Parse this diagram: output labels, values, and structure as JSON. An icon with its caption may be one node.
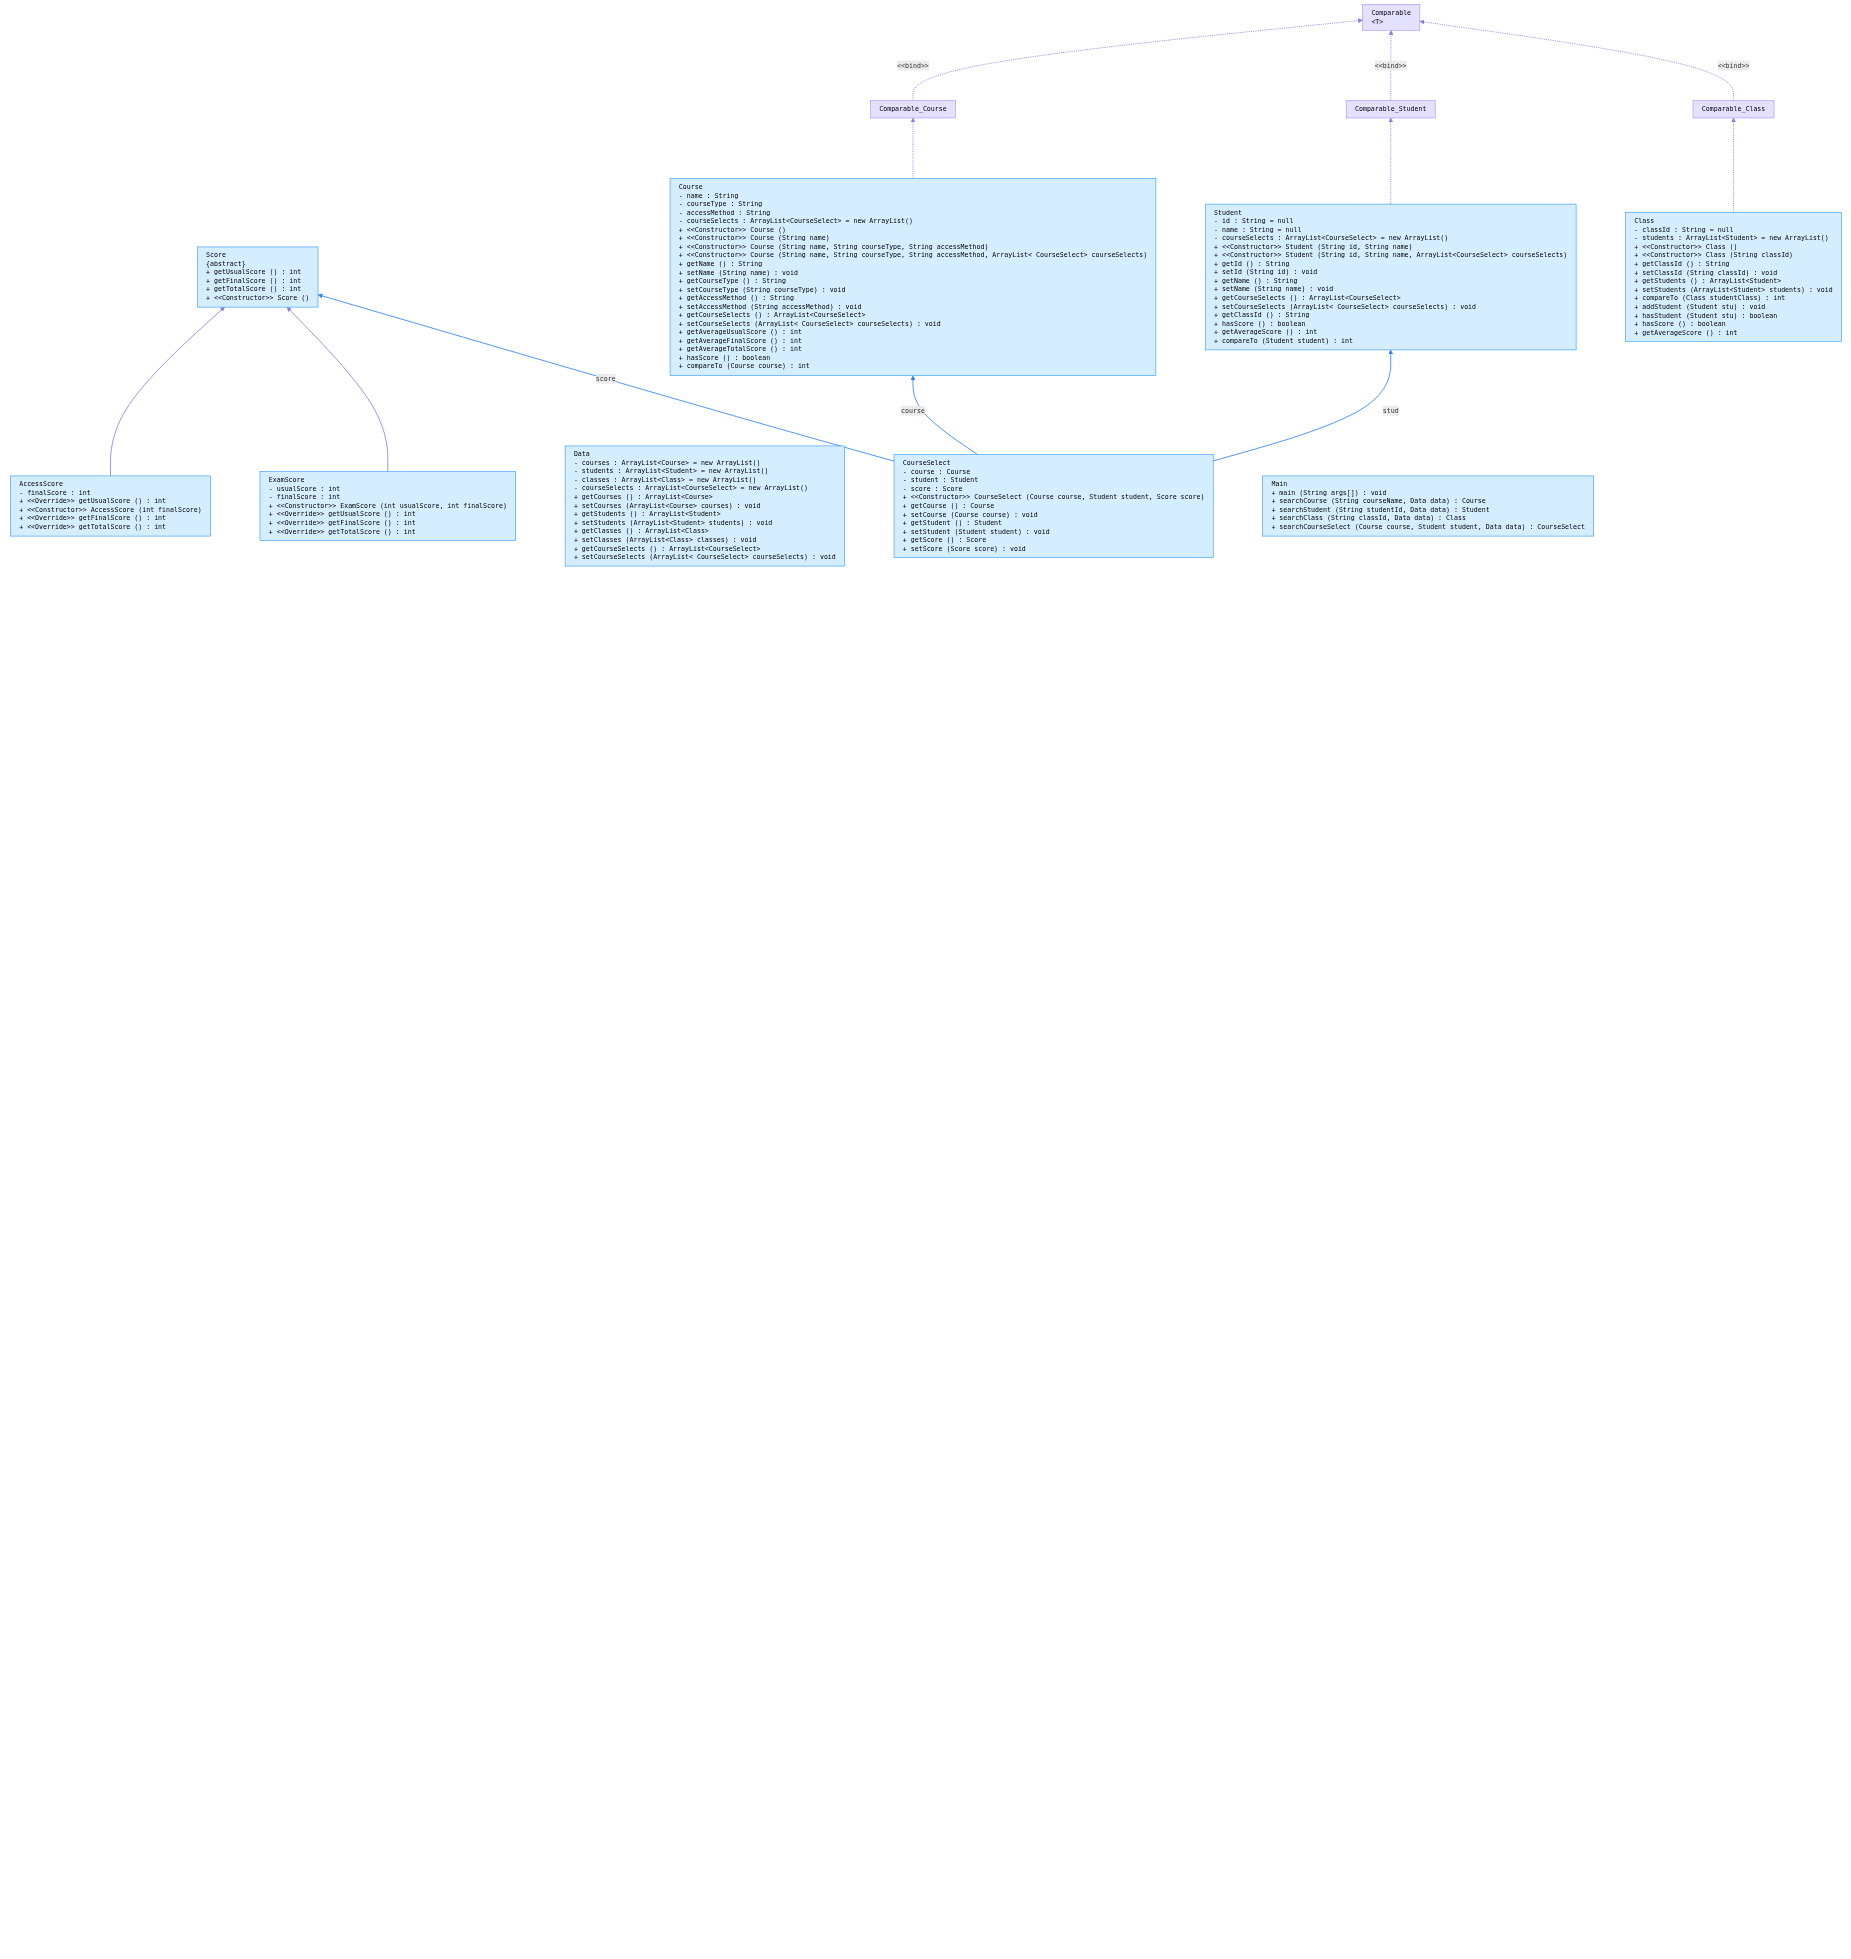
{
  "diagram": {
    "nodes": [
      {
        "text": [
          "Comparable_Course"
        ]
      },
      {
        "text": [
          "AccessScore",
          "- finalScore : int",
          "+ <<Override>> getUsualScore () : int",
          "+ <<Constructor>> AccessScore (int finalScore)",
          "+ <<Override>> getFinalScore () : int",
          "+ <<Override>> getTotalScore () : int"
        ]
      },
      {
        "text": [
          "Course",
          "- name : String",
          "- courseType : String",
          "- accessMethod : String",
          "- courseSelects : ArrayList<CourseSelect> = new ArrayList()",
          "+ <<Constructor>> Course ()",
          "+ <<Constructor>> Course (String name)",
          "+ <<Constructor>> Course (String name, String courseType, String accessMethod)",
          "+ <<Constructor>> Course (String name, String courseType, String accessMethod, ArrayList< CourseSelect> courseSelects)",
          "+ getName () : String",
          "+ setName (String name) : void",
          "+ getCourseType () : String",
          "+ setCourseType (String courseType) : void",
          "+ getAccessMethod () : String",
          "+ setAccessMethod (String accessMethod) : void",
          "+ getCourseSelects () : ArrayList<CourseSelect>",
          "+ setCourseSelects (ArrayList< CourseSelect> courseSelects) : void",
          "+ getAverageUsualScore () : int",
          "+ getAverageFinalScore () : int",
          "+ getAverageTotalScore () : int",
          "+ hasScore () : boolean",
          "+ compareTo (Course course) : int"
        ]
      },
      {
        "text": [
          "Score",
          "{abstract}",
          "+ getUsualScore () : int",
          "+ getFinalScore () : int",
          "+ getTotalScore () : int",
          "+ <<Constructor>> Score ()"
        ]
      },
      {
        "text": [
          "ExamScore",
          "- usualScore : int",
          "- finalScore : int",
          "+ <<Constructor>> ExamScore (int usualScore, int finalScore)",
          "+ <<Override>> getUsualScore () : int",
          "+ <<Override>> getFinalScore () : int",
          "+ <<Override>> getTotalScore () : int"
        ]
      },
      {
        "text": [
          "Comparable_Student"
        ]
      },
      {
        "text": [
          "Comparable_Class"
        ]
      },
      {
        "text": [
          "Student",
          "- id : String = null",
          "- name : String = null",
          "- courseSelects : ArrayList<CourseSelect> = new ArrayList()",
          "+ <<Constructor>> Student (String id, String name)",
          "+ <<Constructor>> Student (String id, String name, ArrayList<CourseSelect> courseSelects)",
          "+ getId () : String",
          "+ setId (String id) : void",
          "+ getName () : String",
          "+ setName (String name) : void",
          "+ getCourseSelects () : ArrayList<CourseSelect>",
          "+ setCourseSelects (ArrayList< CourseSelect> courseSelects) : void",
          "+ getClassId () : String",
          "+ hasScore () : boolean",
          "+ getAverageScore () : int",
          "+ compareTo (Student student) : int"
        ]
      },
      {
        "text": [
          "Class",
          "- classId : String = null",
          "- students : ArrayList<Student> = new ArrayList()",
          "+ <<Constructor>> Class ()",
          "+ <<Constructor>> Class (String classId)",
          "+ getClassId () : String",
          "+ setClassId (String classId) : void",
          "+ getStudents () : ArrayList<Student>",
          "+ setStudents (ArrayList<Student> students) : void",
          "+ compareTo (Class studentClass) : int",
          "+ addStudent (Student stu) : void",
          "+ hasStudent (Student stu) : boolean",
          "+ hasScore () : boolean",
          "+ getAverageScore () : int"
        ]
      },
      {
        "text": [
          "Data",
          "- courses : ArrayList<Course> = new ArrayList()",
          "- students : ArrayList<Student> = new ArrayList()",
          "- classes : ArrayList<Class> = new ArrayList()",
          "- courseSelects : ArrayList<CourseSelect> = new ArrayList()",
          "+ getCourses () : ArrayList<Course>",
          "+ setCourses (ArrayList<Course> courses) : void",
          "+ getStudents () : ArrayList<Student>",
          "+ setStudents (ArrayList<Student> students) : void",
          "+ getClasses () : ArrayList<Class>",
          "+ setClasses (ArrayList<Class> classes) : void",
          "+ getCourseSelects () : ArrayList<CourseSelect>",
          "+ setCourseSelects (ArrayList< CourseSelect> courseSelects) : void"
        ]
      },
      {
        "text": [
          "CourseSelect",
          "- course : Course",
          "- student : Student",
          "- score : Score",
          "+ <<Constructor>> CourseSelect (Course course, Student student, Score score)",
          "+ getCourse () : Course",
          "+ setCourse (Course course) : void",
          "+ getStudent () : Student",
          "+ setStudent (Student student) : void",
          "+ getScore () : Score",
          "+ setScore (Score score) : void"
        ]
      },
      {
        "text": [
          "Main",
          "+ main (String args[]) : void",
          "+ searchCourse (String courseName, Data data) : Course",
          "+ searchStudent (String studentId, Data data) : Student",
          "+ searchClass (String classId, Data data) : Class",
          "+ searchCourseSelect (Course course, Student student, Data data) : CourseSelect"
        ]
      },
      {
        "text": [
          "Comparable",
          "<T>"
        ]
      }
    ],
    "edges": [
      {
        "from": 2,
        "to": 0,
        "arrow": "to",
        "style": "dashed"
      },
      {
        "from": 1,
        "to": 3,
        "arrow": "to"
      },
      {
        "from": 0,
        "to": 12,
        "arrow": "to",
        "style": "dashed",
        "label": "<<bind>>"
      },
      {
        "from": 4,
        "to": 3,
        "arrow": "to"
      },
      {
        "from": 10,
        "to": 3,
        "arrow": "to",
        "label": "score",
        "color": "#2a7fff"
      },
      {
        "from": 10,
        "to": 2,
        "arrow": "to",
        "label": "course",
        "color": "#2a7fff"
      },
      {
        "from": 7,
        "to": 5,
        "arrow": "to",
        "style": "dashed"
      },
      {
        "from": 8,
        "to": 6,
        "arrow": "to",
        "style": "dashed"
      },
      {
        "from": 10,
        "to": 7,
        "arrow": "to",
        "label": "stud",
        "color": "#2a7fff"
      },
      {
        "from": 5,
        "to": 12,
        "arrow": "to",
        "style": "dashed",
        "label": "<<bind>>"
      },
      {
        "from": 6,
        "to": 12,
        "arrow": "to",
        "style": "dashed",
        "label": "<<bind>>"
      }
    ]
  }
}
